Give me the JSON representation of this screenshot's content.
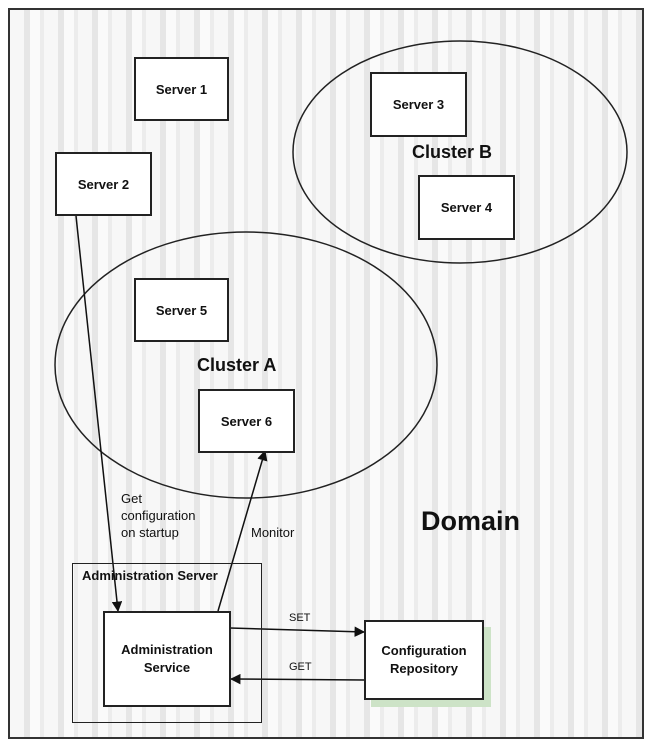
{
  "domain": {
    "label": "Domain"
  },
  "servers": [
    {
      "id": "server-1",
      "label": "Server 1"
    },
    {
      "id": "server-2",
      "label": "Server 2"
    },
    {
      "id": "server-3",
      "label": "Server 3"
    },
    {
      "id": "server-4",
      "label": "Server 4"
    },
    {
      "id": "server-5",
      "label": "Server 5"
    },
    {
      "id": "server-6",
      "label": "Server 6"
    }
  ],
  "clusters": [
    {
      "id": "cluster-a",
      "label": "Cluster A"
    },
    {
      "id": "cluster-b",
      "label": "Cluster B"
    }
  ],
  "admin_server": {
    "title": "Administration Server",
    "service_label": "Administration\nService"
  },
  "config_repository": {
    "label": "Configuration\nRepository"
  },
  "edges": {
    "get_config": "Get\nconfiguration\non startup",
    "monitor": "Monitor",
    "set": "SET",
    "get": "GET"
  },
  "colors": {
    "repository_shadow": "#cde3c7",
    "border": "#222222"
  }
}
